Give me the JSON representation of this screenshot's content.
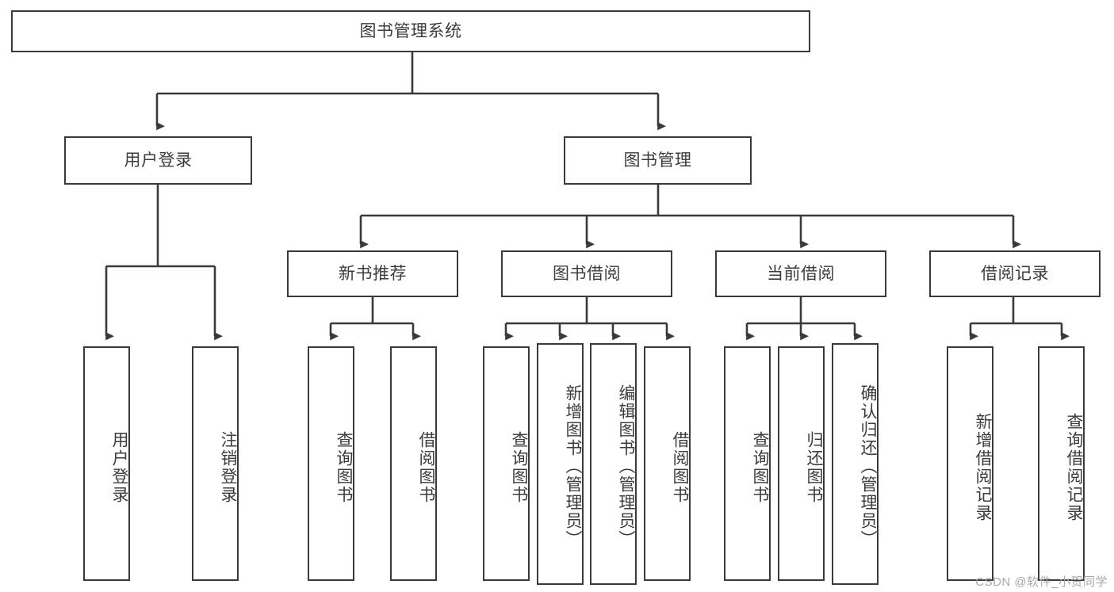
{
  "diagram": {
    "title": "图书管理系统",
    "type": "tree-hierarchy",
    "root": {
      "label": "图书管理系统"
    },
    "level1": [
      {
        "label": "用户登录"
      },
      {
        "label": "图书管理"
      }
    ],
    "level2": [
      {
        "label": "新书推荐",
        "parent": "图书管理"
      },
      {
        "label": "图书借阅",
        "parent": "图书管理"
      },
      {
        "label": "当前借阅",
        "parent": "图书管理"
      },
      {
        "label": "借阅记录",
        "parent": "图书管理"
      }
    ],
    "leaves": {
      "user_login": [
        {
          "label": "用户登录"
        },
        {
          "label": "注销登录"
        }
      ],
      "new_book_recommend": [
        {
          "label": "查询图书"
        },
        {
          "label": "借阅图书"
        }
      ],
      "book_borrow": [
        {
          "label": "查询图书"
        },
        {
          "label": "新增图书（管理员）"
        },
        {
          "label": "编辑图书（管理员）"
        },
        {
          "label": "借阅图书"
        }
      ],
      "current_borrow": [
        {
          "label": "查询图书"
        },
        {
          "label": "归还图书"
        },
        {
          "label": "确认归还（管理员）"
        }
      ],
      "borrow_record": [
        {
          "label": "新增借阅记录"
        },
        {
          "label": "查询借阅记录"
        }
      ]
    }
  },
  "watermark": {
    "text": "CSDN @软件_小贺同学"
  },
  "colors": {
    "stroke": "#3a3a3a",
    "text": "#3c3c3c",
    "background": "#ffffff",
    "watermark": "#a8a8a8"
  }
}
